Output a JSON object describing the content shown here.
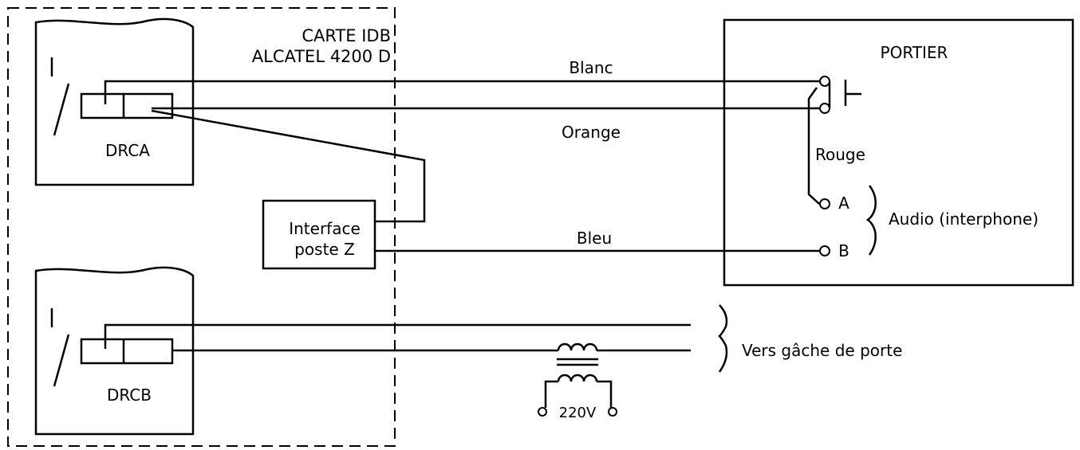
{
  "card": {
    "title_line1": "CARTE IDB",
    "title_line2": "ALCATEL 4200 D"
  },
  "relays": {
    "drca": "DRCA",
    "drcb": "DRCB"
  },
  "interface": {
    "line1": "Interface",
    "line2": "poste Z"
  },
  "wires": {
    "white": "Blanc",
    "orange": "Orange",
    "red": "Rouge",
    "blue": "Bleu"
  },
  "portier": {
    "title": "PORTIER",
    "terminal_a": "A",
    "terminal_b": "B",
    "audio_label": "Audio (interphone)"
  },
  "door": {
    "label": "Vers gâche de porte"
  },
  "transformer": {
    "voltage": "220V"
  }
}
